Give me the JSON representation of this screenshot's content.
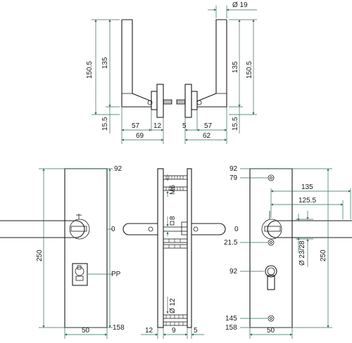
{
  "top_left_view": {
    "dims": {
      "h1": "150.5",
      "h2": "135",
      "h3": "15.5",
      "w1": "57",
      "w2": "12",
      "w3": "69"
    }
  },
  "top_right_view": {
    "dims": {
      "dia": "Ø 19",
      "h1": "135",
      "h2": "150.5",
      "h3": "15.5",
      "w1": "5",
      "w2": "57",
      "w3": "62"
    }
  },
  "front_left_view": {
    "dims": {
      "top": "92",
      "zero": "0",
      "height": "250",
      "pp": "PP",
      "bottom": "158",
      "width": "50"
    }
  },
  "side_view": {
    "dims": {
      "m6": "M6",
      "sq": "8",
      "dia12": "Ø 12",
      "w12": "12",
      "w9": "9",
      "w5": "5"
    }
  },
  "front_right_view": {
    "dims": {
      "d92": "92",
      "d79": "79",
      "zero": "0",
      "d21": "21.5",
      "d92b": "92",
      "d145": "145",
      "d158": "158",
      "d135": "135",
      "d125": "125.5",
      "dia": "Ø 23/28",
      "height": "250",
      "width": "50"
    }
  }
}
